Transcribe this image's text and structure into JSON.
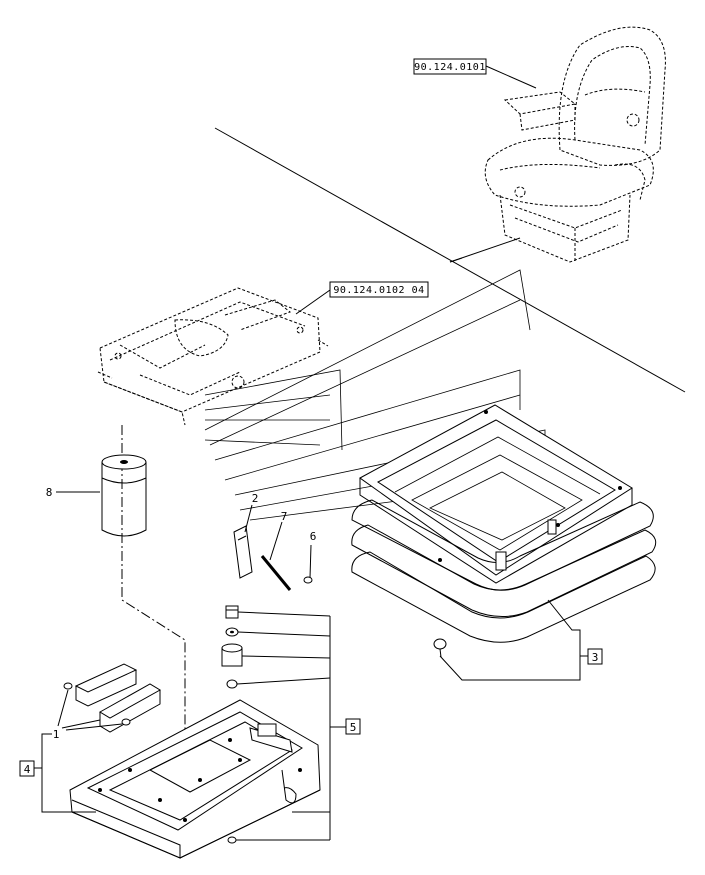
{
  "references": {
    "seat_assembly": "90.124.0101",
    "suspension_frame": "90.124.0102 04"
  },
  "callouts": {
    "c1": "1",
    "c2": "2",
    "c3": "3",
    "c4": "4",
    "c5": "5",
    "c6": "6",
    "c7": "7",
    "c8": "8"
  }
}
